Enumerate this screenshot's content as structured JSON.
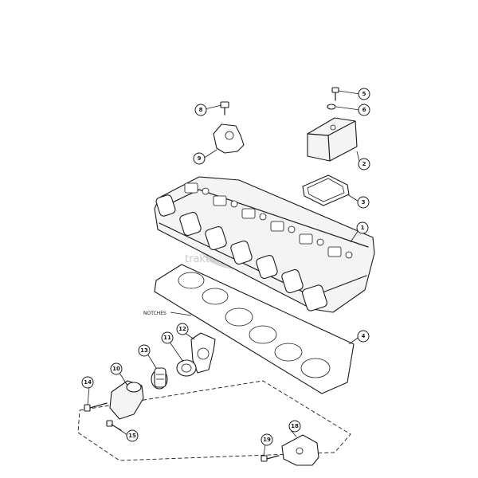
{
  "callouts": [
    "1",
    "2",
    "3",
    "4",
    "5",
    "6",
    "8",
    "9",
    "10",
    "11",
    "12",
    "13",
    "14",
    "15",
    "18",
    "19"
  ],
  "annotation": "NOTCHES",
  "watermark": "traktor"
}
